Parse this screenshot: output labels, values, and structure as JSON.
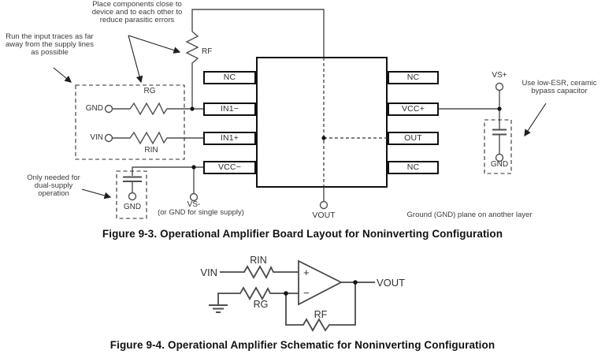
{
  "board": {
    "caption": "Figure 9-3. Operational Amplifier Board Layout for Noninverting Configuration",
    "annotations": {
      "place_components": [
        "Place components close to",
        "device and to each other to",
        "reduce parasitic errors"
      ],
      "run_input_traces": [
        "Run the input traces as far",
        "away from the supply lines",
        "as possible"
      ],
      "dual_supply": [
        "Only needed for",
        "dual-supply",
        "operation"
      ],
      "bypass_cap": [
        "Use low-ESR, ceramic",
        "bypass capacitor"
      ],
      "gnd_plane": "Ground (GND) plane on another layer"
    },
    "labels": {
      "rf": "RF",
      "rg": "RG",
      "rin": "RIN",
      "gnd_in": "GND",
      "vin": "VIN",
      "gnd_left": "GND",
      "vs_minus": "VS-",
      "vs_minus_note": "(or GND for single supply)",
      "vout": "VOUT",
      "vs_plus": "VS+",
      "gnd_right": "GND"
    },
    "ic": {
      "left_pins": [
        "NC",
        "IN1−",
        "IN1+",
        "VCC−"
      ],
      "right_pins": [
        "NC",
        "VCC+",
        "OUT",
        "NC"
      ]
    }
  },
  "schematic": {
    "caption": "Figure 9-4. Operational Amplifier Schematic for Noninverting Configuration",
    "labels": {
      "vin": "VIN",
      "rin": "RIN",
      "rg": "RG",
      "rf": "RF",
      "vout": "VOUT",
      "plus": "+",
      "minus": "−"
    }
  },
  "colors": {
    "trace": "#4f4f4f",
    "box_border": "#101010",
    "text": "#3b3b3b",
    "background": "#ffffff"
  }
}
